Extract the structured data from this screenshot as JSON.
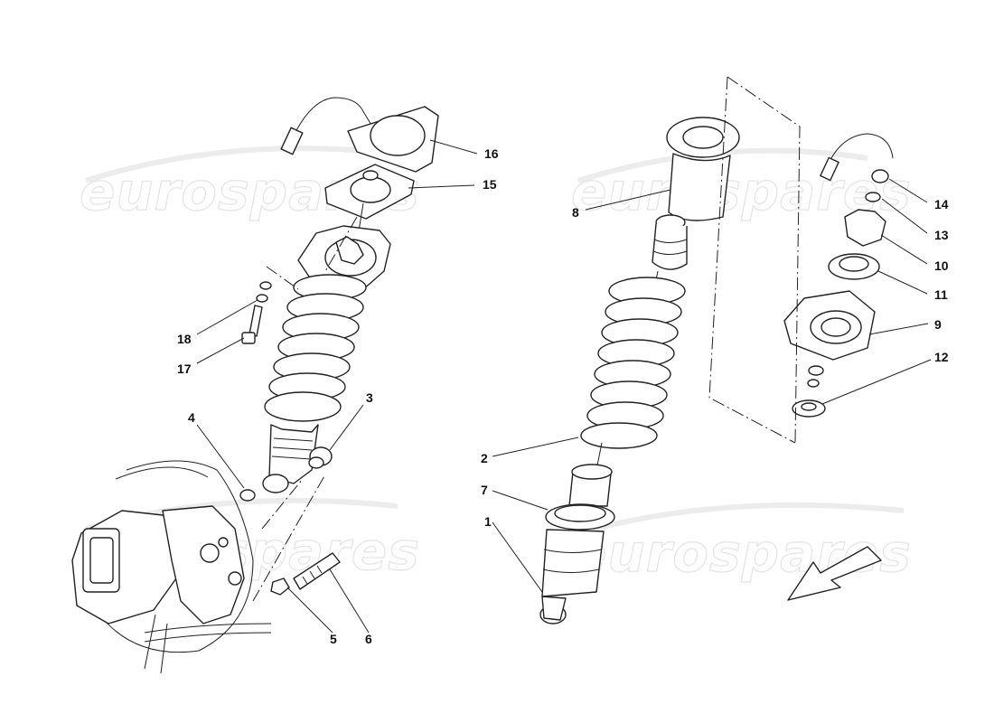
{
  "watermark": "eurospares",
  "labels": [
    "1",
    "2",
    "3",
    "4",
    "5",
    "6",
    "7",
    "8",
    "9",
    "10",
    "11",
    "12",
    "13",
    "14",
    "15",
    "16",
    "17",
    "18"
  ]
}
